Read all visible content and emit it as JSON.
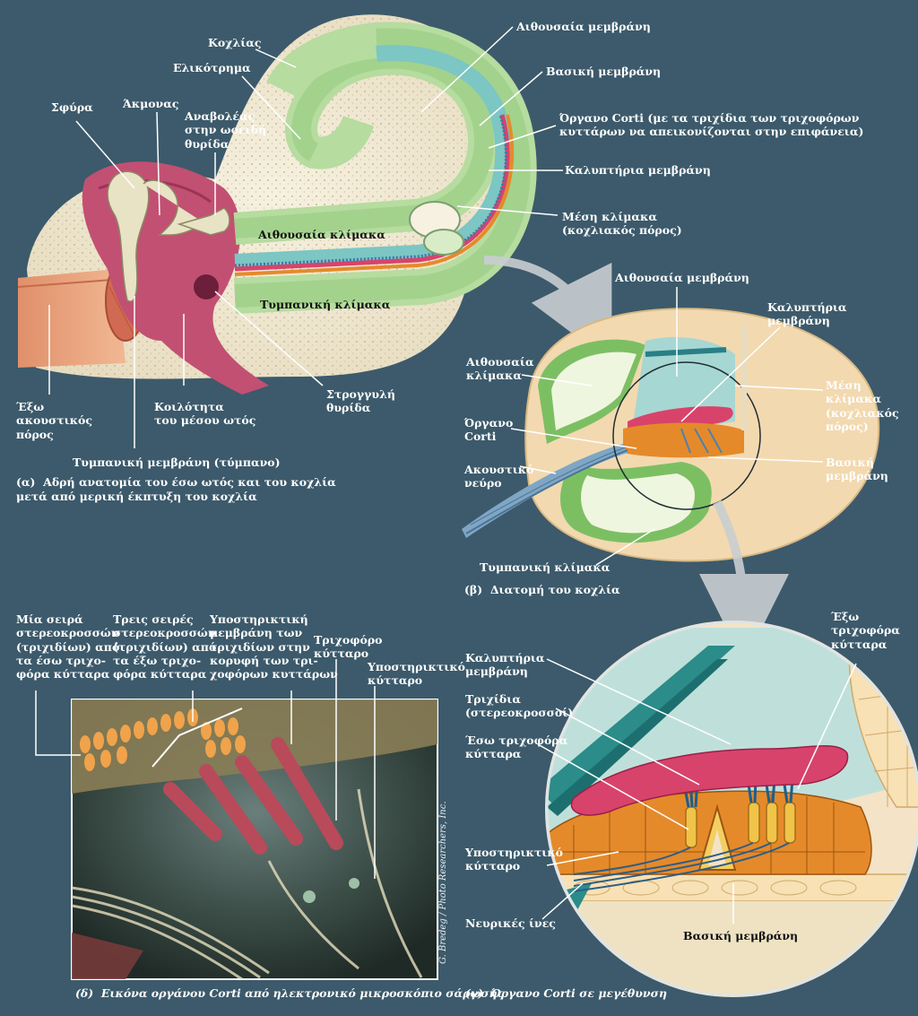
{
  "panel_a": {
    "labels": {
      "cochlea": "Κοχλίας",
      "helicotrema": "Ελικότρημα",
      "malleus": "Σφύρα",
      "incus": "Άκμονας",
      "stapes": "Αναβολέας\nστην ωοειδή\nθυρίδα",
      "scala_vestibuli": "Αιθουσαία κλίμακα",
      "scala_tympani": "Τυμπανική κλίμακα",
      "ear_canal": "Έξω\nακουστικός\nπόρος",
      "middle_ear": "Κοιλότητα\nτου μέσου ωτός",
      "round_window": "Στρογγυλή\nθυρίδα",
      "tympanic_membrane": "Τυμπανική μεμβράνη (τύμπανο)",
      "vestibular_membrane": "Αιθουσαία μεμβράνη",
      "basilar_membrane": "Βασική μεμβράνη",
      "organ_corti": "Όργανο Corti (με τα τριχίδια των τριχοφόρων\nκυττάρων να απεικονίζονται στην επιφάνεια)",
      "tectorial_membrane": "Καλυπτήρια μεμβράνη",
      "cochlear_duct": "Μέση κλίμακα\n(κοχλιακός πόρος)"
    },
    "caption": "(α)  Αδρή ανατομία του έσω ωτός και του κοχλία\nμετά από μερική έκπτυξη του κοχλία"
  },
  "panel_b": {
    "labels": {
      "vestibular_membrane": "Αιθουσαία μεμβράνη",
      "tectorial_membrane": "Καλυπτήρια\nμεμβράνη",
      "scala_vestibuli": "Αιθουσαία\nκλίμακα",
      "cochlear_duct": "Μέση\nκλίμακα\n(κοχλιακός\nπόρος)",
      "organ_corti": "Όργανο\nCorti",
      "basilar_membrane": "Βασική\nμεμβράνη",
      "cochlear_nerve": "Ακουστικό\nνεύρο",
      "scala_tympani": "Τυμπανική κλίμακα"
    },
    "caption": "(β)  Διατομή του κοχλία"
  },
  "panel_c": {
    "labels": {
      "tectorial_membrane": "Καλυπτήρια\nμεμβράνη",
      "stereocilia": "Τριχίδια\n(στερεοκροσσοί)",
      "inner_hair_cell": "Έσω τριχοφόρα\nκύτταρα",
      "outer_hair_cells": "Έξω\nτριχοφόρα\nκύτταρα",
      "supporting_cell": "Υποστηρικτικό\nκύτταρο",
      "nerve_fibers": "Νευρικές ίνες",
      "basilar_membrane": "Βασική μεμβράνη"
    },
    "caption": "(γ)  Όργανο Corti σε μεγέθυνση"
  },
  "panel_d": {
    "labels": {
      "one_row": "Μία σειρά\nστερεοκροσσών\n(τριχιδίων) από\nτα έσω τριχο-\nφόρα κύτταρα",
      "three_rows": "Τρεις σειρές\nστερεοκροσσών\n(τριχιδίων) από\nτα έξω τριχο-\nφόρα κύτταρα",
      "support_membrane": "Υποστηρικτική\nμεμβράνη των\nτριχιδίων στην\nκορυφή των τρι-\nχοφόρων κυττάρων",
      "hair_cell": "Τριχοφόρο\nκύτταρο",
      "supporting_cell": "Υποστηρικτικό\nκύτταρο"
    },
    "credit": "G. Bredeg / Photo Researchers, Inc.",
    "caption": "(δ)  Εικόνα οργάνου Corti από ηλεκτρονικό μικροσκόπιο σάρωσης"
  },
  "colors": {
    "background": "#3c5a6b",
    "bone": "#f1ead6",
    "scala_green": "#9fd18e",
    "duct_teal": "#7cc6c4",
    "membrane_pink": "#d8436b",
    "organ_orange": "#e58a2a",
    "ossicle": "#e8e3c4",
    "middle_ear_pink": "#c25072"
  }
}
